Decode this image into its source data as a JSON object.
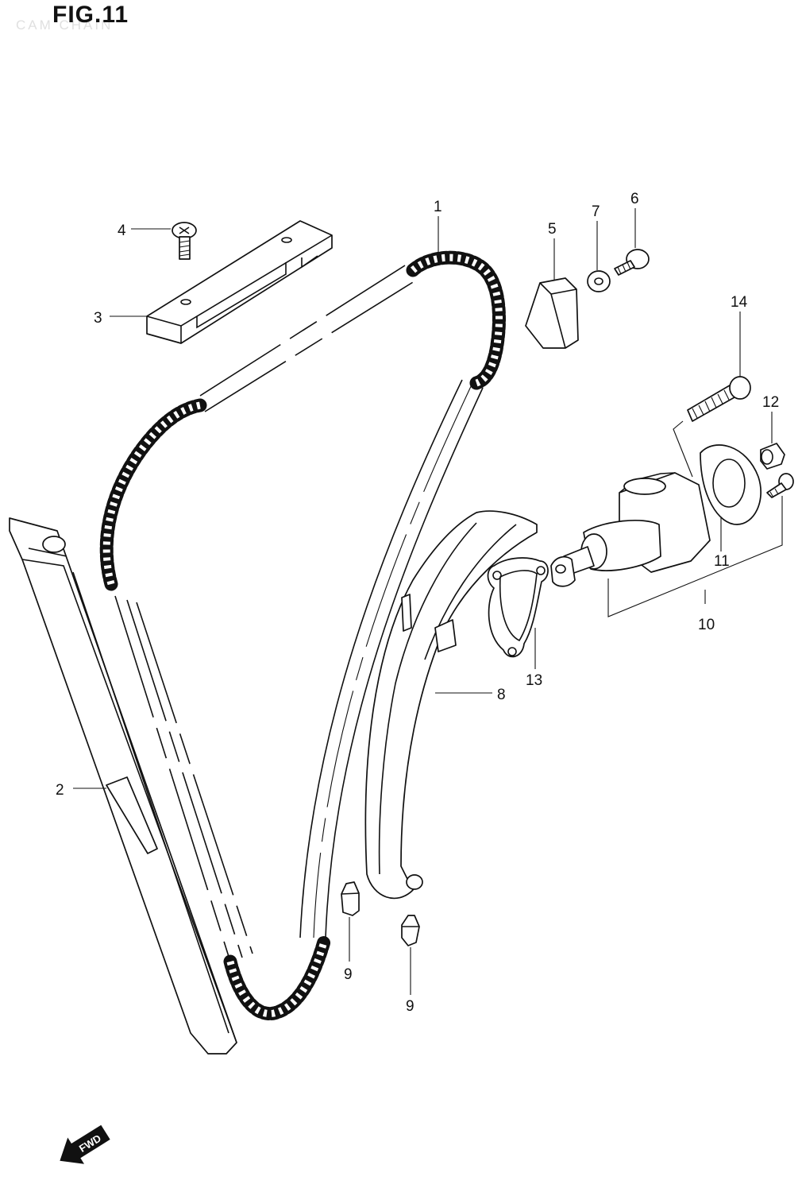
{
  "figure": {
    "title": "FIG.11",
    "subtitle": "CAM CHAIN"
  },
  "callouts": [
    {
      "id": "c1",
      "label": "1"
    },
    {
      "id": "c2",
      "label": "2"
    },
    {
      "id": "c3",
      "label": "3"
    },
    {
      "id": "c4",
      "label": "4"
    },
    {
      "id": "c5",
      "label": "5"
    },
    {
      "id": "c6",
      "label": "6"
    },
    {
      "id": "c7",
      "label": "7"
    },
    {
      "id": "c8",
      "label": "8"
    },
    {
      "id": "c9a",
      "label": "9"
    },
    {
      "id": "c9b",
      "label": "9"
    },
    {
      "id": "c10",
      "label": "10"
    },
    {
      "id": "c11",
      "label": "11"
    },
    {
      "id": "c12",
      "label": "12"
    },
    {
      "id": "c13",
      "label": "13"
    },
    {
      "id": "c14",
      "label": "14"
    }
  ],
  "direction_badge": {
    "label": "FWD"
  }
}
